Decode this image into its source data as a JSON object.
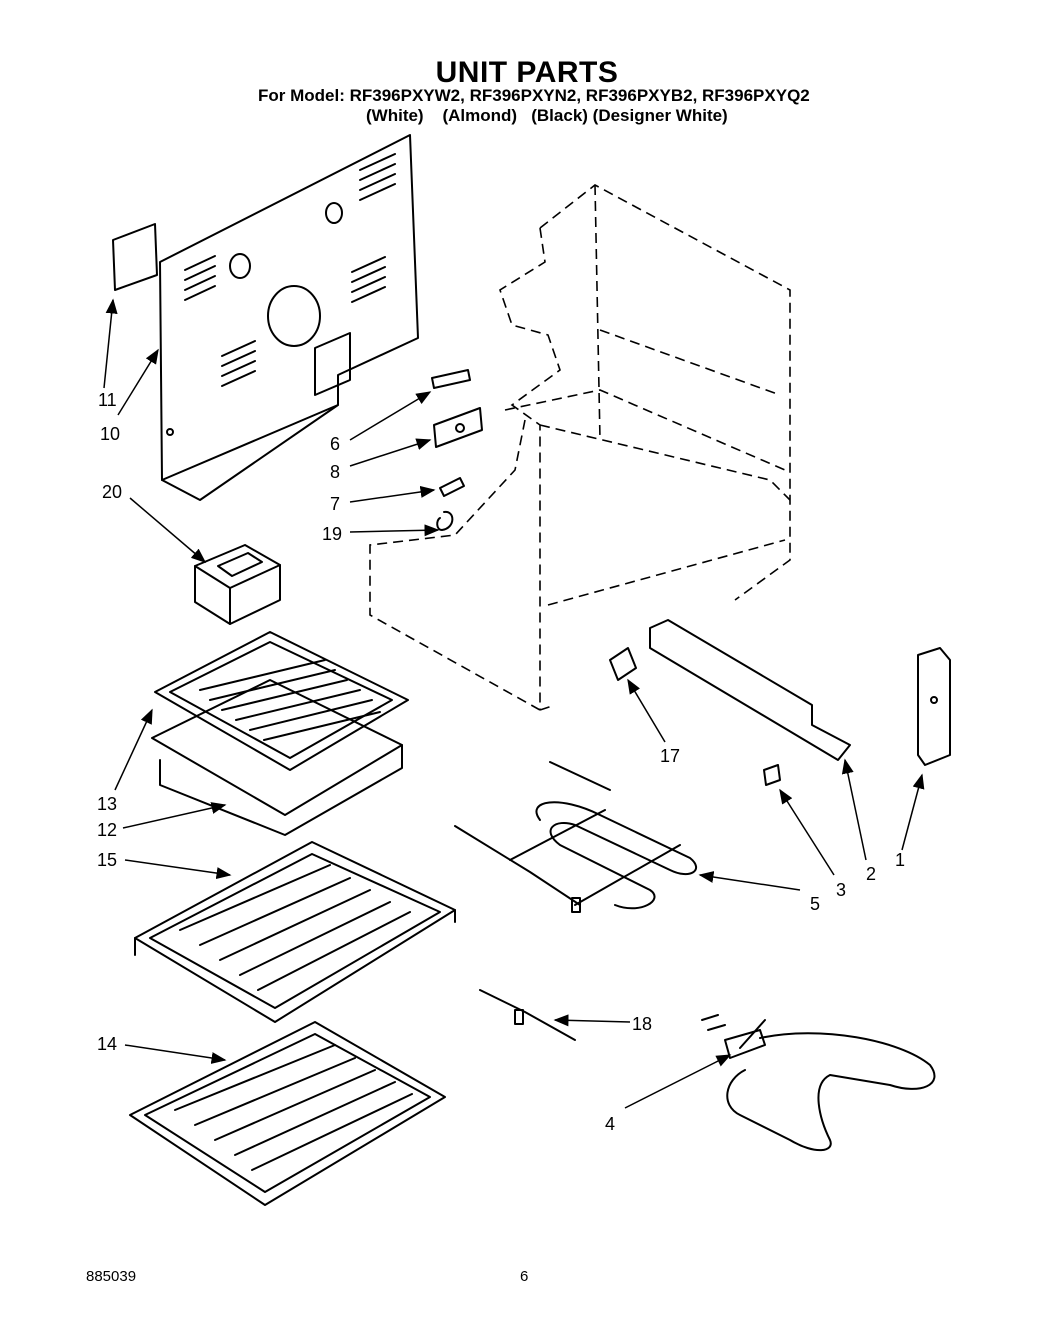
{
  "header": {
    "title": "UNIT PARTS",
    "models_line": "For Model: RF396PXYW2, RF396PXYN2, RF396PXYB2, RF396PXYQ2",
    "colors_line": "(White)    (Almond)   (Black) (Designer White)"
  },
  "footer": {
    "doc_number": "885039",
    "page_number": "6"
  },
  "callouts": {
    "c1": "1",
    "c2": "2",
    "c3": "3",
    "c4": "4",
    "c5": "5",
    "c6": "6",
    "c7": "7",
    "c8": "8",
    "c10": "10",
    "c11": "11",
    "c12": "12",
    "c13": "13",
    "c14": "14",
    "c15": "15",
    "c17": "17",
    "c18": "18",
    "c19": "19",
    "c20": "20"
  }
}
